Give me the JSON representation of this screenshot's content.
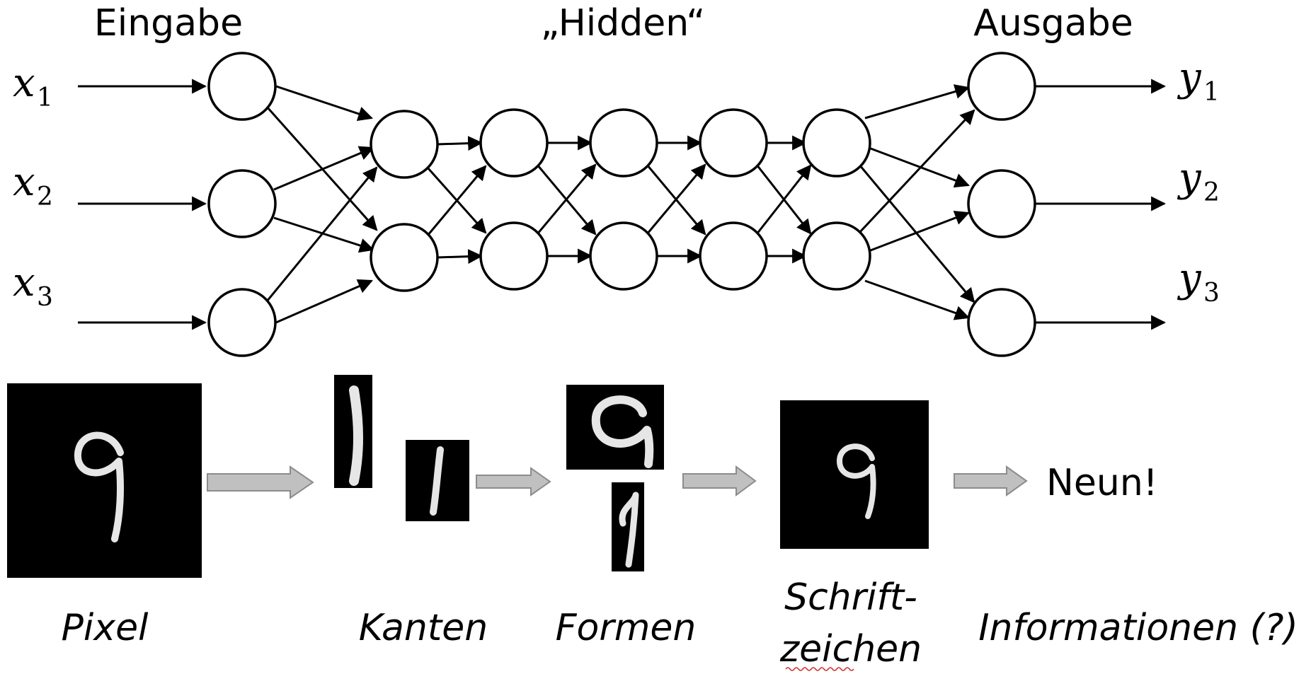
{
  "header": {
    "input_label": "Eingabe",
    "hidden_label": "„Hidden“",
    "output_label": "Ausgabe"
  },
  "inputs": [
    {
      "var": "x",
      "sub": "1"
    },
    {
      "var": "x",
      "sub": "2"
    },
    {
      "var": "x",
      "sub": "3"
    }
  ],
  "outputs": [
    {
      "var": "y",
      "sub": "1"
    },
    {
      "var": "y",
      "sub": "2"
    },
    {
      "var": "y",
      "sub": "3"
    }
  ],
  "network": {
    "input_nodes": 3,
    "hidden_layers": 5,
    "hidden_nodes_per_layer": 2,
    "output_nodes": 3
  },
  "pipeline": {
    "result_text": "Neun!",
    "captions": {
      "pixel": "Pixel",
      "kanten": "Kanten",
      "formen": "Formen",
      "schrift_line1": "Schrift-",
      "schrift_line2": "zeichen",
      "informationen": "Informationen (?)"
    }
  },
  "colors": {
    "stroke": "#000000",
    "image_background": "#000000",
    "digit_stroke": "#e6e6e6",
    "block_arrow_fill": "#c0c0c0",
    "spellcheck_underline": "#d03030"
  }
}
